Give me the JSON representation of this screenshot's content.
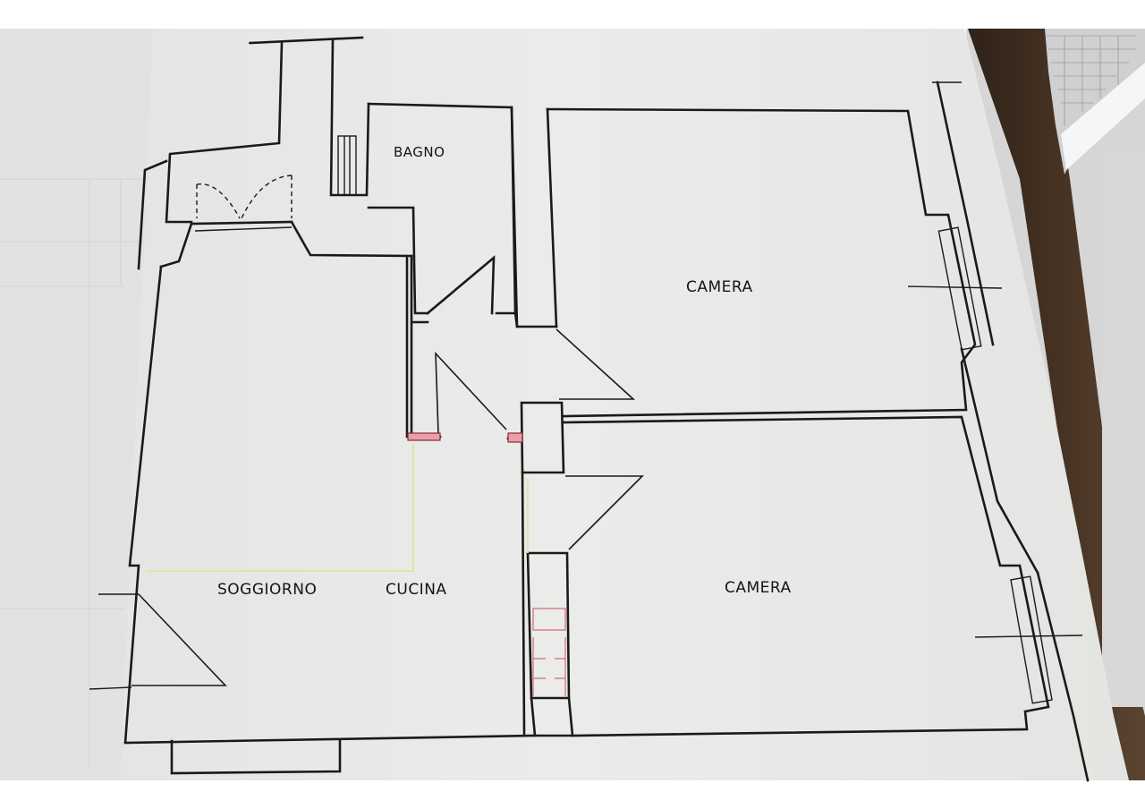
{
  "rooms": {
    "bagno": "BAGNO",
    "camera_top": "CAMERA",
    "camera_bottom": "CAMERA",
    "soggiorno": "SOGGIORNO",
    "cucina": "CUCINA"
  },
  "colors": {
    "paper": "#e9eae7",
    "wall": "#1a1a1a",
    "dark_background": "#3b2a1d",
    "highlight_red": "#e8a0a8",
    "kitchen_outline": "#e6e3a8"
  }
}
